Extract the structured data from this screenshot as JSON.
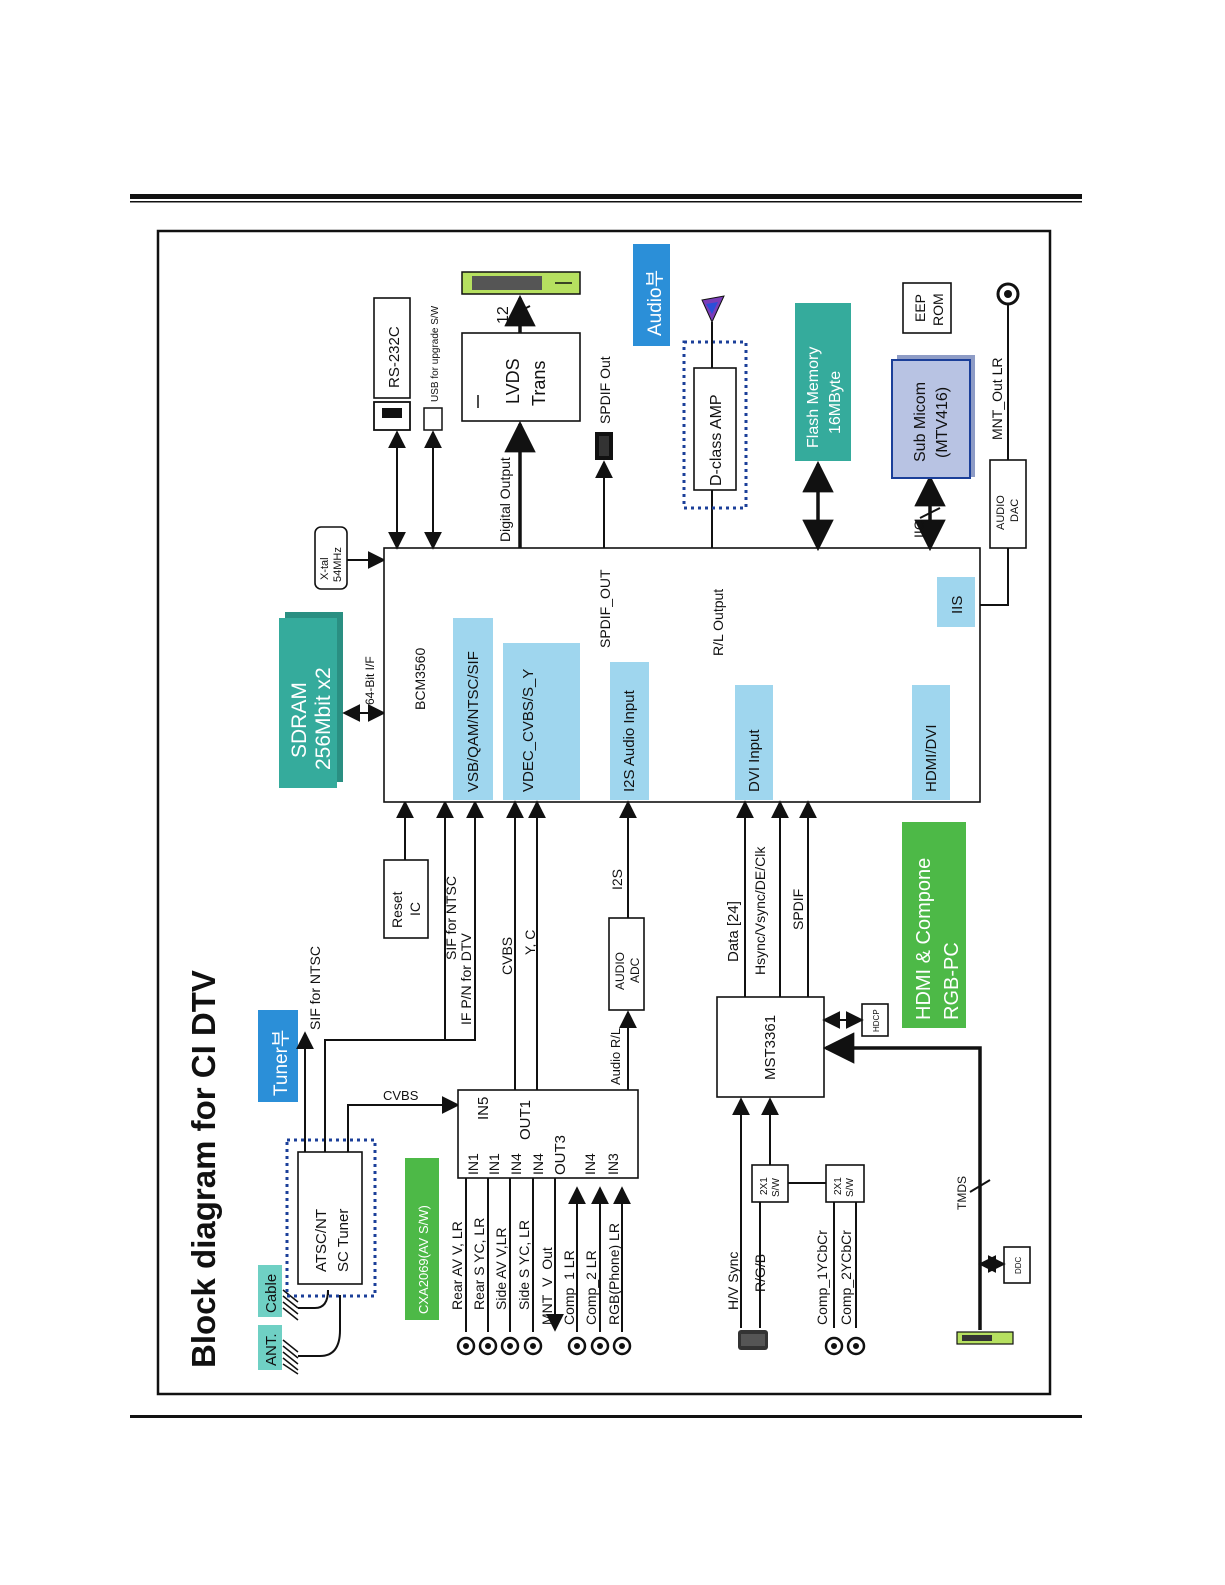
{
  "title": "Block diagram for CI DTV",
  "colors": {
    "teal": "#35ab9c",
    "light_blue": "#9fd6ee",
    "green": "#4db947",
    "blue_tag": "#2b8fd8",
    "lavender": "#b8c3e3",
    "tag_teal": "#6fd0c4",
    "lcd_green": "#b6e060"
  },
  "tags": {
    "tuner": "Tuner부",
    "audio": "Audio부",
    "hdmi_line1": "HDMI & Compone",
    "hdmi_line2": "RGB-PC",
    "cxa": "CXA2069(AV S/W)"
  },
  "antenna": {
    "ant": "ANT.",
    "cable": "Cable"
  },
  "tuner": {
    "line1": "ATSC/NT",
    "line2": "SC Tuner"
  },
  "bcm": {
    "name": "BCM3560",
    "vsb": "VSB/QAM/NTSC/SIF",
    "vdec": "VDEC_CVBS/S_Y",
    "i2s": "I2S Audio Input",
    "dvi": "DVI Input",
    "hdmi": "HDMI/DVI",
    "iis": "IIS"
  },
  "sdram": {
    "line1": "SDRAM",
    "line2": "256Mbit x2",
    "bus": "64-Bit I/F"
  },
  "xtal": {
    "line1": "X-tal",
    "line2": "54MHz"
  },
  "reset": {
    "line1": "Reset",
    "line2": "IC"
  },
  "labels": {
    "sif_ntsc_top": "SIF for NTSC",
    "sif_ntsc": "SIF for NTSC",
    "if_pn": "IF P/N for DTV",
    "cvbs_tuner": "CVBS",
    "cvbs": "CVBS",
    "yc": "Y, C",
    "audio_rl": "Audio R/L",
    "i2s": "I2S",
    "data24": "Data [24]",
    "hsync": "Hsync/Vsync/DE/Clk",
    "spdif": "SPDIF",
    "spdif_out_bus": "SPDIF_OUT",
    "rl_output": "R/L Output",
    "digital_output": "Digital Output",
    "spdif_out": "SPDIF Out",
    "usb": "USB for upgrade S/W",
    "iic": "IIC",
    "mnt_out_lr": "MNT_Out LR",
    "hv_sync": "H/V Sync",
    "rgb": "R/G/B",
    "comp1": "Comp_1YCbCr",
    "comp2": "Comp_2YCbCr",
    "tmds": "TMDS",
    "twelve": "12"
  },
  "av_switch": {
    "in5": "IN5",
    "out1": "OUT1",
    "out3": "OUT3",
    "ports": [
      "IN1",
      "IN1",
      "IN4",
      "IN4",
      "IN4",
      "IN3"
    ]
  },
  "inputs": [
    "Rear AV  V, LR",
    "Rear S  YC, LR",
    "Side AV  V,LR",
    "Side S  YC, LR",
    "MNT_V_Out",
    "Comp_1 LR",
    "Comp_2 LR",
    "RGB(Phone) LR"
  ],
  "audio_adc": {
    "line1": "AUDIO",
    "line2": "ADC"
  },
  "mst": "MST3361",
  "hdcp": "HDCP",
  "ddc": "DDC",
  "sw1": {
    "line1": "2X1",
    "line2": "S/W"
  },
  "sw2": {
    "line1": "2X1",
    "line2": "S/W"
  },
  "rs232": "RS-232C",
  "lvds": {
    "line1": "LVDS",
    "line2": "Trans"
  },
  "dclass": "D-class AMP",
  "flash": {
    "line1": "Flash Memory",
    "line2": "16MByte"
  },
  "submicom": {
    "line1": "Sub Micom",
    "line2": "(MTV416)"
  },
  "eeprom": {
    "line1": "EEP",
    "line2": "ROM"
  },
  "audio_dac": {
    "line1": "AUDIO",
    "line2": "DAC"
  }
}
